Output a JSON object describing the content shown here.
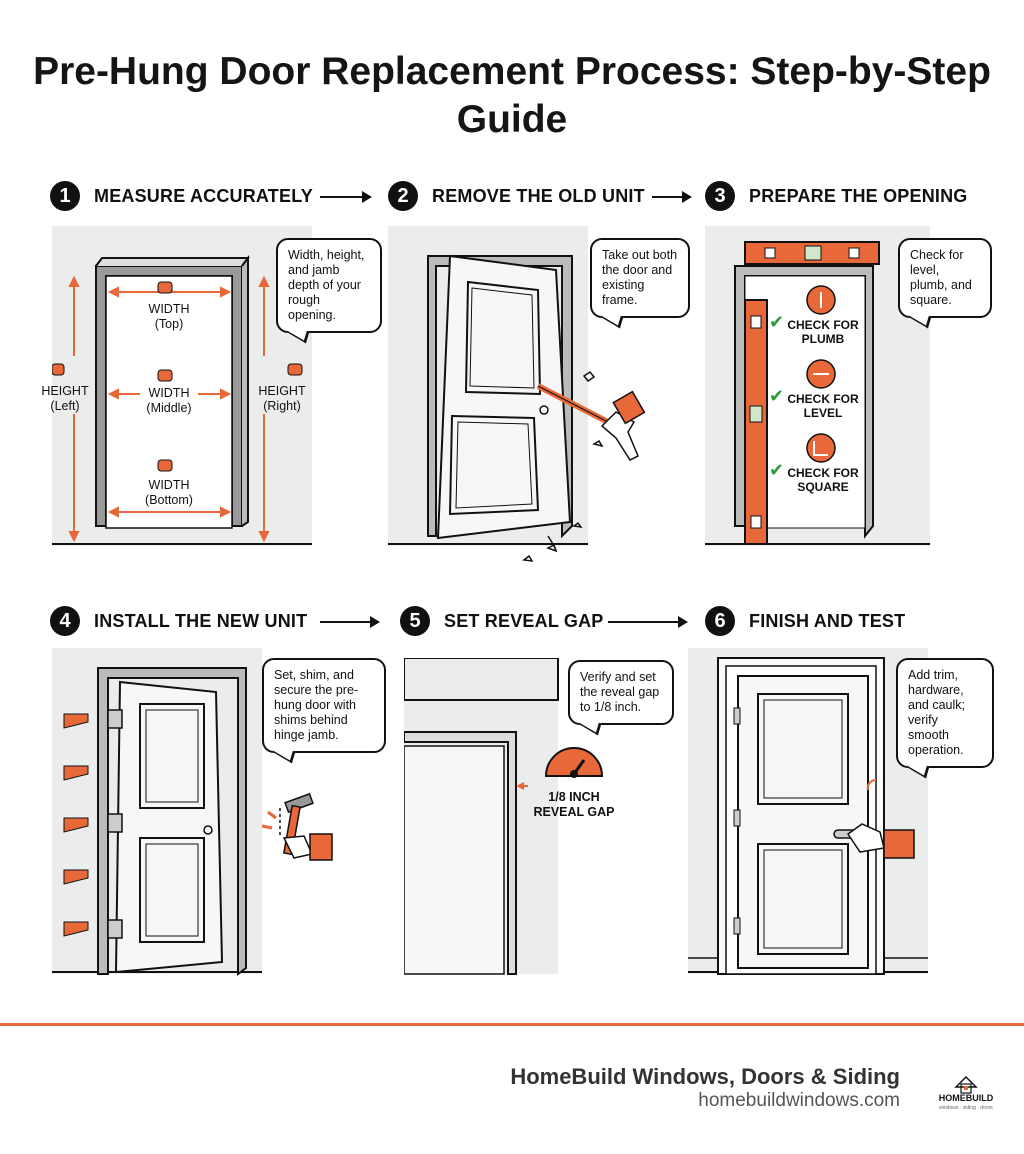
{
  "title": "Pre-Hung Door Replacement Process: Step-by-Step Guide",
  "steps": [
    {
      "num": "1",
      "title": "MEASURE ACCURATELY",
      "note": "Width, height, and jamb depth of your rough opening."
    },
    {
      "num": "2",
      "title": "REMOVE THE OLD UNIT",
      "note": "Take out both the door and existing frame."
    },
    {
      "num": "3",
      "title": "PREPARE THE OPENING",
      "note": "Check for level, plumb, and square."
    },
    {
      "num": "4",
      "title": "INSTALL THE NEW UNIT",
      "note": "Set, shim, and secure the pre-hung door with shims behind hinge jamb."
    },
    {
      "num": "5",
      "title": "SET REVEAL GAP",
      "note": "Verify and set the reveal gap to 1/8 inch."
    },
    {
      "num": "6",
      "title": "FINISH AND TEST",
      "note": "Add trim, hardware, and caulk; verify smooth operation."
    }
  ],
  "measure_labels": {
    "width_top": "WIDTH (Top)",
    "width_middle": "WIDTH (Middle)",
    "width_bottom": "WIDTH (Bottom)",
    "height_left": "HEIGHT (Left)",
    "height_right": "HEIGHT (Right)"
  },
  "checks": [
    "CHECK FOR PLUMB",
    "CHECK FOR LEVEL",
    "CHECK FOR SQUARE"
  ],
  "reveal_label": "1/8 INCH REVEAL GAP",
  "footer": {
    "company": "HomeBuild Windows, Doors & Siding",
    "url": "homebuildwindows.com",
    "logo_word": "HOMEBUILD",
    "logo_tagline": "windows · siding · doors"
  },
  "colors": {
    "accent": "#e8683a",
    "wall": "#ebeded",
    "ink": "#111111"
  }
}
